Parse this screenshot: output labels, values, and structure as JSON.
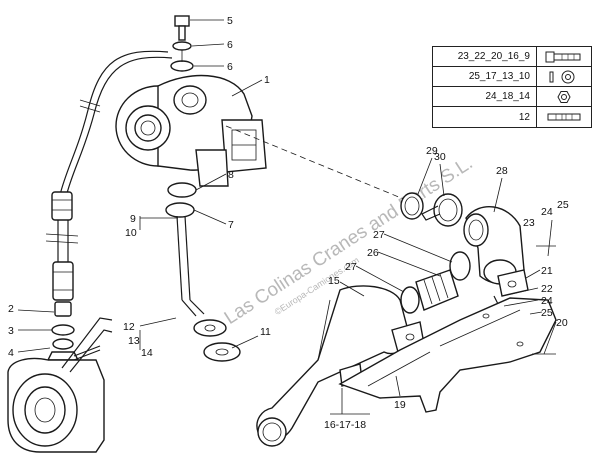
{
  "callouts": {
    "c1": "1",
    "c2": "2",
    "c3": "3",
    "c4": "4",
    "c5": "5",
    "c6a": "6",
    "c6b": "6",
    "c7": "7",
    "c8": "8",
    "c9": "9",
    "c10": "10",
    "c11": "11",
    "c12": "12",
    "c13": "13",
    "c14": "14",
    "c15": "15",
    "c19": "19",
    "c20": "20",
    "c21": "21",
    "c22": "22",
    "c23": "23",
    "c24a": "24",
    "c24b": "24",
    "c25a": "25",
    "c25b": "25",
    "c26": "26",
    "c27a": "27",
    "c27b": "27",
    "c28": "28",
    "c29": "29",
    "c30": "30",
    "c161718": "16-17-18"
  },
  "legend": {
    "rows": [
      {
        "code": "23_22_20_16_9",
        "icon": "bolt-icon"
      },
      {
        "code": "25_17_13_10",
        "icon": "washer-icon"
      },
      {
        "code": "24_18_14",
        "icon": "nut-icon"
      },
      {
        "code": "12",
        "icon": "stud-icon"
      }
    ]
  },
  "watermark": {
    "main": "Las Colinas Cranes and Parts S.L.",
    "sub": "©Europa-Camiones.com"
  }
}
